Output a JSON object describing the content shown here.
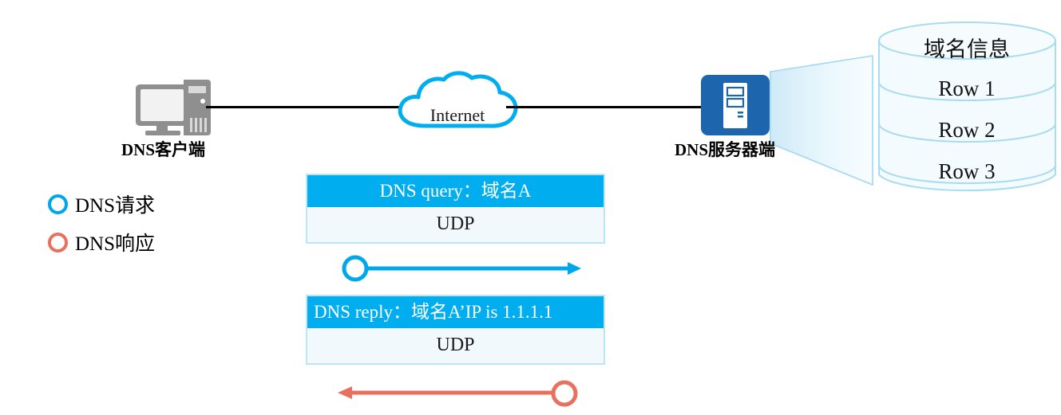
{
  "diagram": {
    "title_semantic": "dns-query-response-flow",
    "client": {
      "label": "DNS客户端",
      "icon": "desktop-computer-icon"
    },
    "network": {
      "label": "Internet",
      "icon": "cloud-icon"
    },
    "server": {
      "label": "DNS服务器端",
      "icon": "server-icon"
    },
    "database": {
      "header": "域名信息",
      "rows": [
        "Row 1",
        "Row 2",
        "Row 3"
      ],
      "icon": "database-cylinder-icon"
    },
    "legend": [
      {
        "label": "DNS请求",
        "color": "#00a7ea",
        "icon": "circle-outline-icon"
      },
      {
        "label": "DNS响应",
        "color": "#e8705e",
        "icon": "circle-outline-icon"
      }
    ],
    "packets": [
      {
        "name": "dns-query-packet",
        "header": "DNS query：域名A",
        "body": "UDP",
        "align": "center",
        "header_bg": "#00aeef",
        "body_bg": "#f2f9fc"
      },
      {
        "name": "dns-reply-packet",
        "header": "DNS reply：域名A’IP is 1.1.1.1",
        "body": "UDP",
        "align": "left",
        "header_bg": "#00aeef",
        "body_bg": "#f2f9fc"
      }
    ],
    "arrows": [
      {
        "name": "query-arrow",
        "direction": "right",
        "color": "#00a7ea"
      },
      {
        "name": "reply-arrow",
        "direction": "left",
        "color": "#e8705e"
      }
    ],
    "colors": {
      "accent_blue": "#00aeef",
      "accent_red": "#e8705e",
      "server_blue": "#1d65ad",
      "device_gray": "#8a8a8a",
      "db_outline": "#a8dcef",
      "link_black": "#000000"
    }
  }
}
